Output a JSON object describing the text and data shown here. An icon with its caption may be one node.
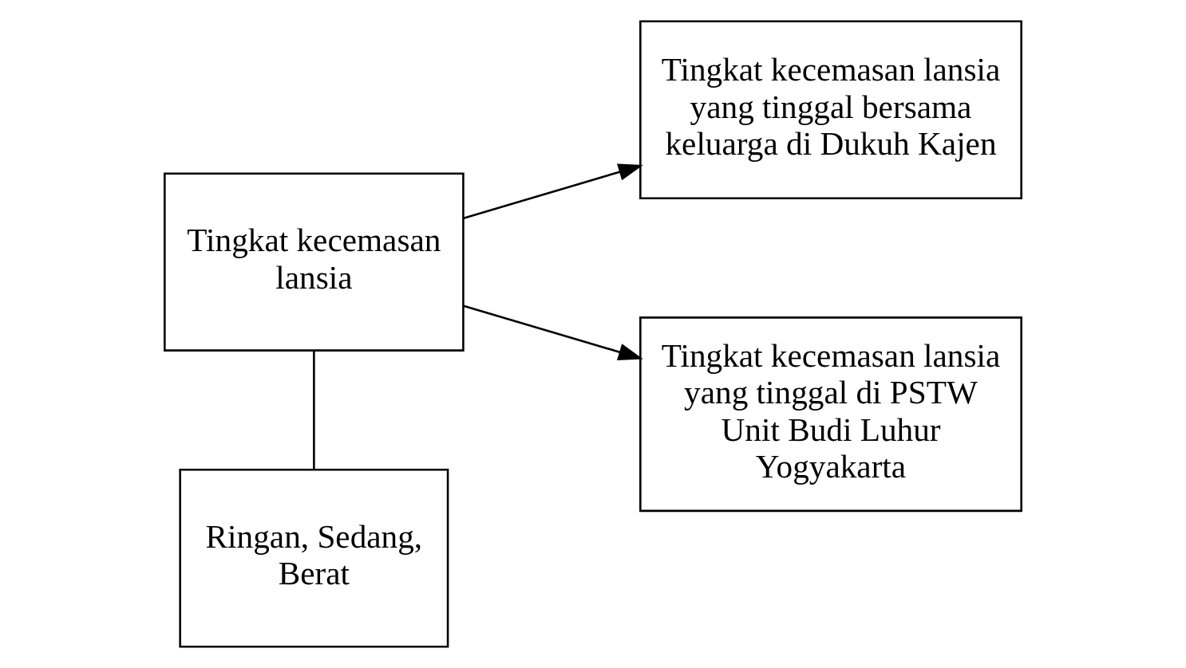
{
  "diagram": {
    "nodes": [
      {
        "text": [
          "Tingkat kecemasan lansia"
        ]
      },
      {
        "text": [
          "Ringan, Sedang, Berat"
        ]
      },
      {
        "text": [
          "Tingkat kecemasan lansia yang tinggal bersama keluarga di Dukuh Kajen"
        ]
      },
      {
        "text": [
          "Tingkat kecemasan lansia yang tinggal di PSTW Unit Budi Luhur Yogyakarta"
        ]
      }
    ],
    "edges": [
      {
        "from": 0,
        "to": 2,
        "arrow": "to"
      },
      {
        "from": 0,
        "to": 3,
        "arrow": "to"
      },
      {
        "from": 0,
        "to": 1,
        "arrow": "none"
      }
    ]
  }
}
